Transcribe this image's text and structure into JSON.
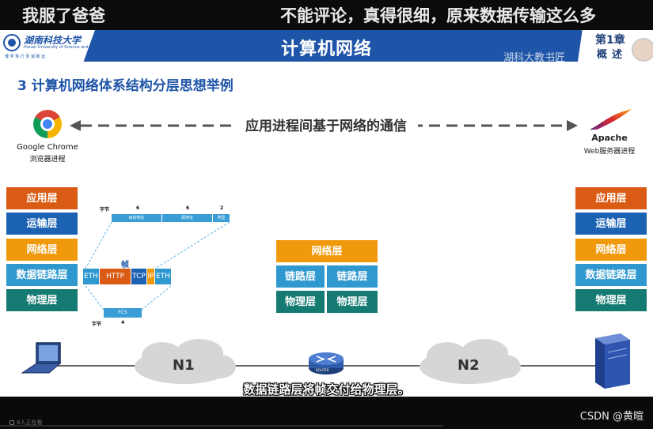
{
  "danmaku": {
    "left": "我服了爸爸",
    "right": "不能评论，真得很细，原来数据传输这么多"
  },
  "header": {
    "university_name": "湖南科技大学",
    "university_en": "Hunan University of Science and Technology",
    "motto": "博 学 笃 行    至 诚 致 远",
    "title": "计算机网络",
    "chapter_no": "第1章",
    "chapter_name": "概述",
    "watermark": "湖科大教书匠"
  },
  "section_title": "3 计算机网络体系结构分层思想举例",
  "client": {
    "name": "Google Chrome",
    "sub": "浏览器进程"
  },
  "server": {
    "name": "Apache",
    "sub": "Web服务器进程"
  },
  "communication_label": "应用进程间基于网络的通信",
  "layers": {
    "app": "应用层",
    "transport": "运输层",
    "network": "网络层",
    "link": "数据链路层",
    "physical": "物理层"
  },
  "router": {
    "network": "网络层",
    "link_left": "链路层",
    "link_right": "链路层",
    "phy_left": "物理层",
    "phy_right": "物理层"
  },
  "frame": {
    "title": "帧",
    "bytes_label": "字节",
    "header_sizes": [
      "6",
      "6",
      "2"
    ],
    "header_fields": [
      "目的地址",
      "源地址",
      "类型"
    ],
    "cells": [
      "ETH",
      "HTTP",
      "TCP",
      "IP",
      "ETH"
    ],
    "fcs": "FCS",
    "fcs_size": "4"
  },
  "network": {
    "n1": "N1",
    "n2": "N2",
    "router_label": "ROUTER"
  },
  "subtitle": "数据链路层将帧交付给物理层。",
  "bottom": {
    "viewers": "8人正在看",
    "csdn": "CSDN @黄暄"
  },
  "colors": {
    "app": "#d95b14",
    "transport": "#1b62b3",
    "network": "#f0990c",
    "link": "#2f99cf",
    "physical": "#157a72",
    "header_band": "#1f55a8"
  }
}
